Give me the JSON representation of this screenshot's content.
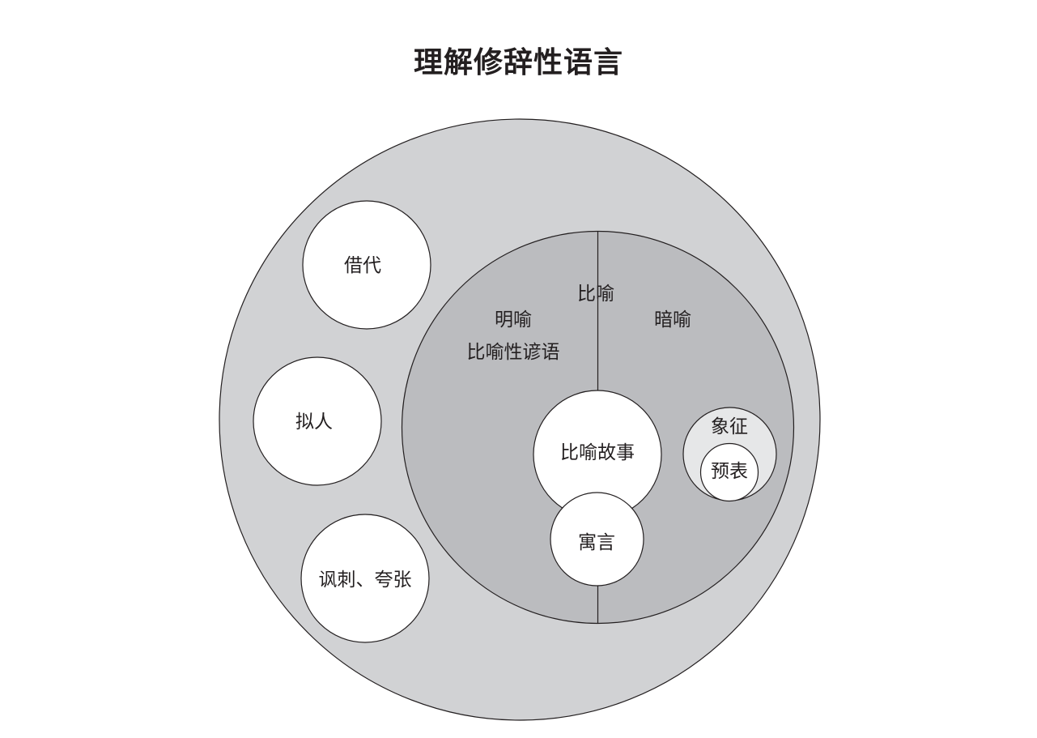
{
  "title": "理解修辞性语言",
  "colors": {
    "outer": "#d1d2d4",
    "inner": "#bbbcbf",
    "symbol": "#e6e7e8",
    "white": "#ffffff",
    "stroke": "#231f20"
  },
  "labels": {
    "metonymy": "借代",
    "personification": "拟人",
    "satire_hyperbole": "讽刺、夸张",
    "metaphor": "比喻",
    "simile": "明喻",
    "metaphorical_proverb": "比喻性谚语",
    "implied_metaphor": "暗喻",
    "parable": "比喻故事",
    "fable": "寓言",
    "symbol": "象征",
    "type": "预表"
  }
}
